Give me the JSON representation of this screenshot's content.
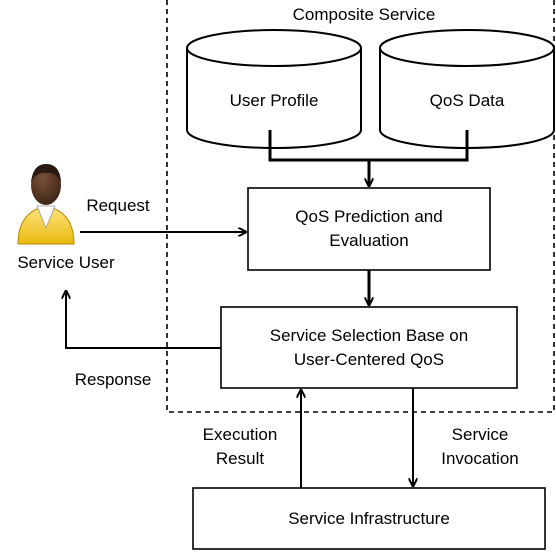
{
  "container": {
    "title": "Composite Service"
  },
  "stores": {
    "user_profile": "User Profile",
    "qos_data": "QoS Data"
  },
  "processes": {
    "prediction": {
      "line1": "QoS Prediction and",
      "line2": "Evaluation"
    },
    "selection": {
      "line1": "Service Selection Base on",
      "line2": "User-Centered QoS"
    },
    "infrastructure": "Service Infrastructure"
  },
  "actor": {
    "label": "Service User",
    "icon": "user-icon"
  },
  "edges": {
    "request": "Request",
    "response": "Response",
    "execution": {
      "line1": "Execution",
      "line2": "Result"
    },
    "invocation": {
      "line1": "Service",
      "line2": "Invocation"
    }
  },
  "colors": {
    "user_head": "#4a2d1d",
    "user_body": "#f3d23a",
    "stroke": "#000000"
  }
}
